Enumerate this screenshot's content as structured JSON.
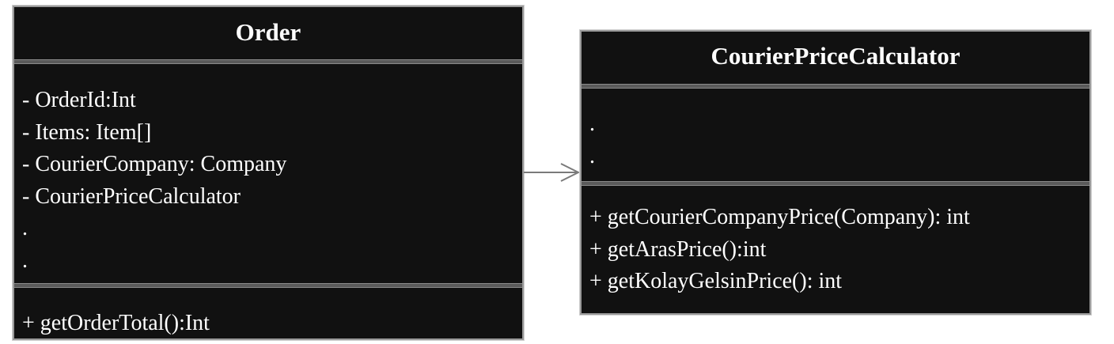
{
  "order_class": {
    "name": "Order",
    "attributes": [
      "- OrderId:Int",
      "- Items: Item[]",
      "- CourierCompany: Company",
      "- CourierPriceCalculator",
      ".",
      "."
    ],
    "operations": [
      "+ getOrderTotal():Int"
    ]
  },
  "calculator_class": {
    "name": "CourierPriceCalculator",
    "attributes": [
      ".",
      "."
    ],
    "operations": [
      "+ getCourierCompanyPrice(Company): int",
      "+ getArasPrice():int",
      "+ getKolayGelsinPrice(): int"
    ]
  },
  "association": {
    "from": "Order",
    "to": "CourierPriceCalculator",
    "arrowhead": "open-arrow",
    "line_color": "#7a7a7a"
  },
  "colors": {
    "box_fill": "#111111",
    "box_border": "#9a9a9a",
    "text": "#ffffff",
    "background": "#ffffff"
  }
}
